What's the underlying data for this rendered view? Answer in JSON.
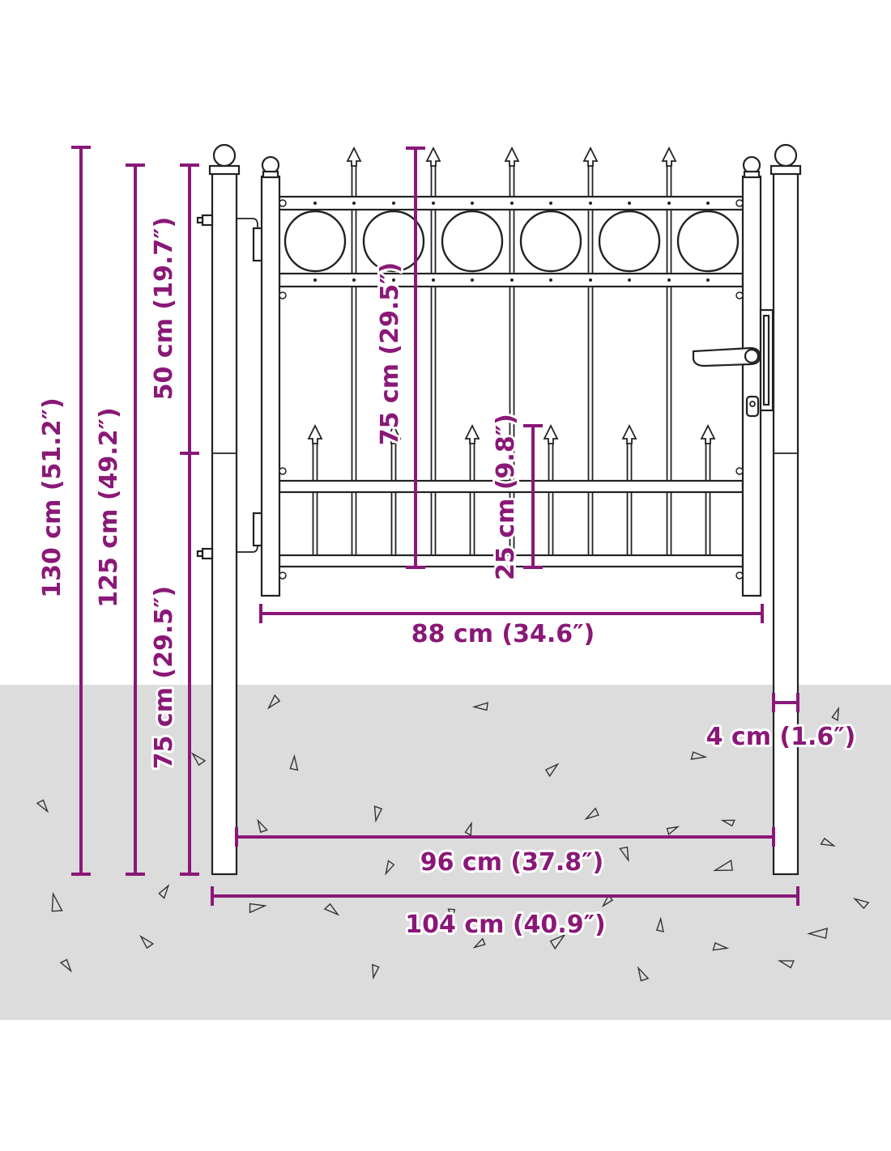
{
  "dimensions": {
    "height_total": "130 cm (51.2″)",
    "height_post": "125 cm (49.2″)",
    "height_upper": "50 cm (19.7″)",
    "height_lower": "75 cm (29.5″)",
    "gate_height": "75 cm (29.5″)",
    "spike_height": "25 cm (9.8″)",
    "gate_width": "88 cm (34.6″)",
    "post_width": "4 cm (1.6″)",
    "inner_width": "96 cm (37.8″)",
    "total_width": "104 cm (40.9″)"
  },
  "colors": {
    "dimension": "#8a1877",
    "ground": "#dcdcdc",
    "metal_outline": "#222222"
  }
}
